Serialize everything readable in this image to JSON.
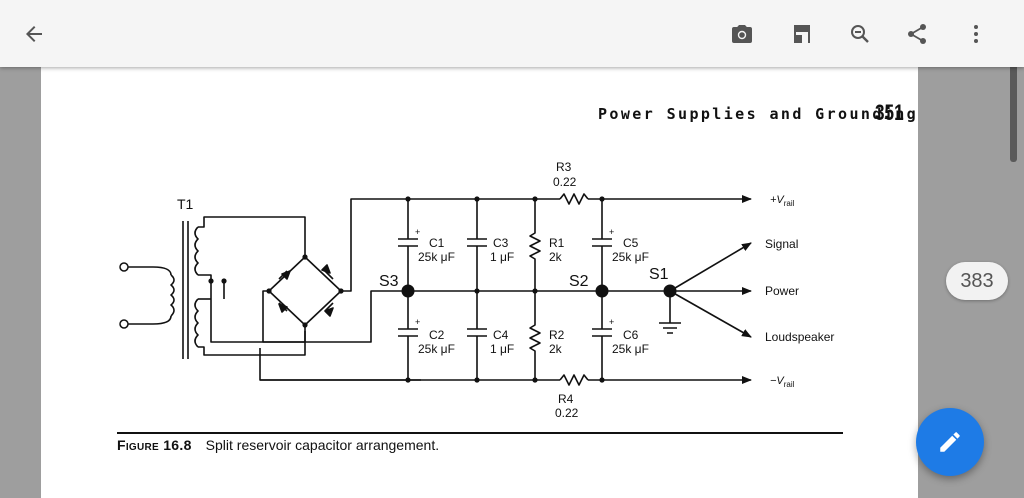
{
  "toolbar": {
    "icons": [
      "back-arrow-icon",
      "camera-icon",
      "bookmark-page-icon",
      "zoom-out-icon",
      "share-icon",
      "more-vert-icon"
    ]
  },
  "page": {
    "running_head": "Power Supplies and Grounding",
    "page_number": "351"
  },
  "figure": {
    "label": "Figure 16.8",
    "caption": "Split reservoir capacitor arrangement.",
    "components": {
      "t1": "T1",
      "s1": "S1",
      "s2": "S2",
      "s3": "S3",
      "r3_name": "R3",
      "r3_value": "0.22",
      "r4_name": "R4",
      "r4_value": "0.22",
      "c1_name": "C1",
      "c1_value": "25k μF",
      "c2_name": "C2",
      "c2_value": "25k μF",
      "c3_name": "C3",
      "c3_value": "1 μF",
      "c4_name": "C4",
      "c4_value": "1 μF",
      "r1_name": "R1",
      "r1_value": "2k",
      "r2_name": "R2",
      "r2_value": "2k",
      "c5_name": "C5",
      "c5_value": "25k μF",
      "c6_name": "C6",
      "c6_value": "25k μF",
      "plus": "+"
    },
    "outputs": {
      "pos_rail_prefix": "+V",
      "rail_sub": "rail",
      "neg_rail_prefix": "−V",
      "signal": "Signal",
      "power": "Power",
      "loudspeaker": "Loudspeaker"
    }
  },
  "viewer": {
    "page_indicator": "383",
    "fab_icon": "pencil-edit-icon"
  },
  "colors": {
    "toolbar_bg": "#f5f5f5",
    "fab": "#1e7be6",
    "viewer_bg": "#9e9e9e"
  }
}
